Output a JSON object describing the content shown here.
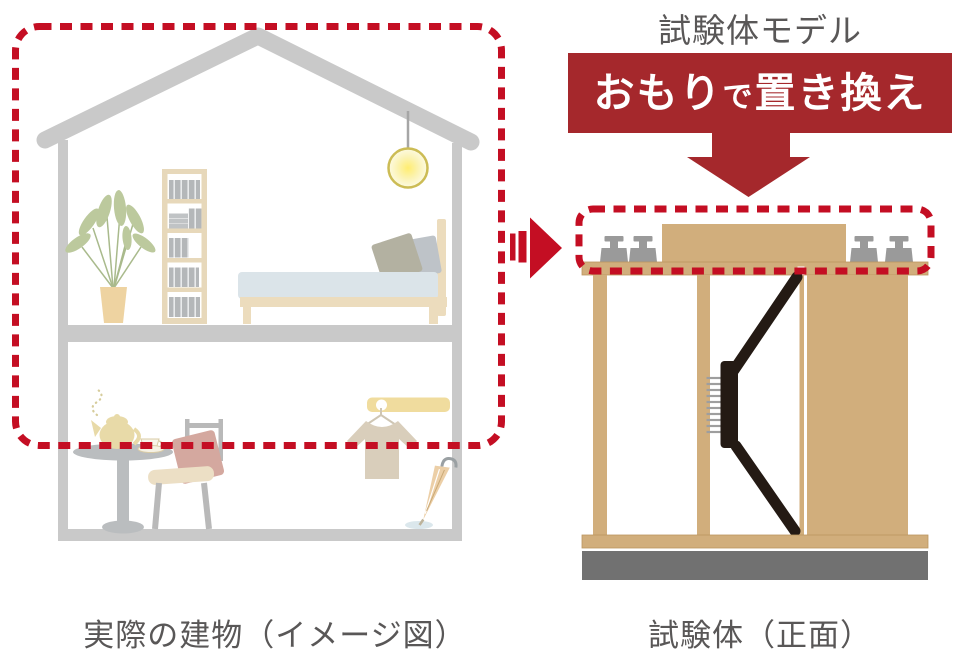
{
  "labels": {
    "model_title": "試験体モデル",
    "banner_part1": "おもり",
    "banner_part2": "で",
    "banner_part3": "置き換え",
    "caption_left": "実際の建物（イメージ図）",
    "caption_right": "試験体（正面）"
  },
  "icons": {
    "house": "two-story-house-cutaway",
    "flow_arrow": "right-arrow-icon",
    "replace_arrow": "big-down-arrow-icon",
    "weights": "scale-weight-icon",
    "lamp": "pendant-lamp-icon"
  },
  "colors": {
    "crimson": "#c40e23",
    "banner_red": "#a5282c",
    "wood": "#d1ae7c",
    "structure_gray": "#c9c9c9",
    "foundation_gray": "#717171",
    "weight_gray": "#9a9a9a",
    "brace_black": "#241a14",
    "text_gray": "#595757",
    "bed_blue": "#dbe4e9",
    "furniture_tan": "#ecdcbd",
    "shelf_tan": "#e7d8ba",
    "leaf_green": "#bcc99d",
    "cushion_rose": "#d4a89f",
    "rack_yellow": "#f0dc9e",
    "shirt_beige": "#d9cebb"
  }
}
